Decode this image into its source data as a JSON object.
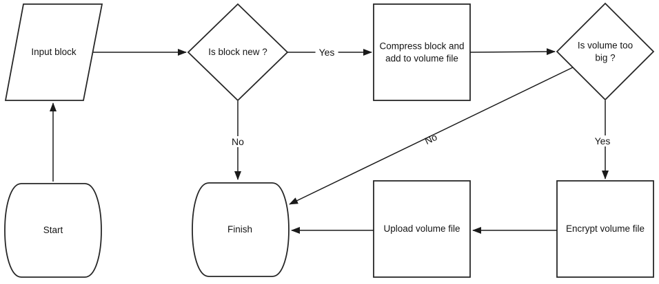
{
  "diagram": {
    "type": "flowchart",
    "background": "#ffffff",
    "ink": "#1a1a1a",
    "nodes": [
      {
        "id": "input-block",
        "shape": "parallelogram",
        "label": "Input block"
      },
      {
        "id": "is-block-new",
        "shape": "decision-diamond",
        "label": "Is block new ?"
      },
      {
        "id": "compress-block",
        "shape": "process-rectangle",
        "label": "Compress block and add to volume file"
      },
      {
        "id": "is-volume-too-big",
        "shape": "decision-diamond",
        "label": "Is volume too big ?"
      },
      {
        "id": "start",
        "shape": "terminator",
        "label": "Start"
      },
      {
        "id": "finish",
        "shape": "terminator",
        "label": "Finish"
      },
      {
        "id": "upload-volume-file",
        "shape": "process-rectangle",
        "label": "Upload volume file"
      },
      {
        "id": "encrypt-volume-file",
        "shape": "process-rectangle",
        "label": "Encrypt volume file"
      }
    ],
    "edges": [
      {
        "from": "start",
        "to": "input-block",
        "label": ""
      },
      {
        "from": "input-block",
        "to": "is-block-new",
        "label": ""
      },
      {
        "from": "is-block-new",
        "to": "compress-block",
        "label": "Yes"
      },
      {
        "from": "compress-block",
        "to": "is-volume-too-big",
        "label": ""
      },
      {
        "from": "is-block-new",
        "to": "finish",
        "label": "No"
      },
      {
        "from": "is-volume-too-big",
        "to": "encrypt-volume-file",
        "label": "Yes"
      },
      {
        "from": "is-volume-too-big",
        "to": "finish",
        "label": "No"
      },
      {
        "from": "encrypt-volume-file",
        "to": "upload-volume-file",
        "label": ""
      },
      {
        "from": "upload-volume-file",
        "to": "finish",
        "label": ""
      }
    ]
  }
}
